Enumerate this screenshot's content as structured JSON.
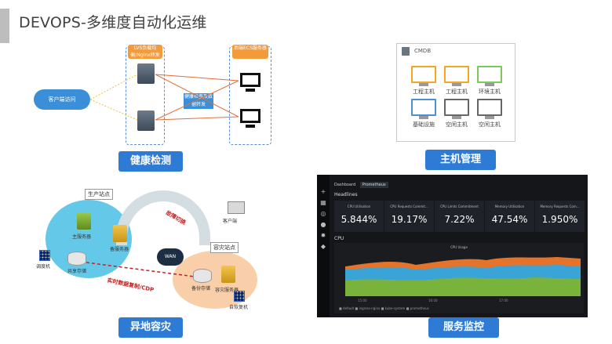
{
  "page": {
    "title": "DEVOPS-多维度自动化运维"
  },
  "health_check": {
    "label": "健康检测",
    "client": "客户端访问",
    "lb_header": "LVS负载均衡/Nginx转发",
    "ecs_header": "后端ECS服务器",
    "mid_text": "健康检查及数据转发"
  },
  "host_mgmt": {
    "label": "主机管理",
    "cmdb_title": "CMDB",
    "hosts": [
      {
        "name": "工程主机",
        "color": "#f5a623"
      },
      {
        "name": "工程主机",
        "color": "#f5a623"
      },
      {
        "name": "环境主机",
        "color": "#7cc85a"
      },
      {
        "name": "基础设施",
        "color": "#4a90d9"
      },
      {
        "name": "空闲主机",
        "color": "#666666"
      },
      {
        "name": "空闲主机",
        "color": "#666666"
      }
    ]
  },
  "disaster_recovery": {
    "label": "异地容灾",
    "prod_site": "生产站点",
    "dr_site": "容灾站点",
    "failover": "故障切换",
    "replication": "实时数据复制/CDP",
    "prod_app": "主服务器",
    "prod_backup": "备服务器",
    "shared_storage": "共享存储",
    "dr_server": "容灾服务器",
    "dr_storage": "备份存储",
    "client": "客户端",
    "net": "WAN",
    "prod_mon": "调度机",
    "dr_mon": "自恢复机"
  },
  "service_monitor": {
    "label": "服务监控",
    "nav_tab": "Dashboard",
    "nav_dropdown": "Prometheus",
    "section_headlines": "Headlines",
    "section_cpu": "CPU",
    "stats": [
      {
        "label": "CPU Utilisation",
        "value": "5.844%"
      },
      {
        "label": "CPU Requests Commit...",
        "value": "19.17%"
      },
      {
        "label": "CPU Limits Commitment",
        "value": "7.22%"
      },
      {
        "label": "Memory Utilisation",
        "value": "47.54%"
      },
      {
        "label": "Memory Requests Com...",
        "value": "1.950%"
      }
    ],
    "chart_title": "CPU Usage",
    "chart_legend": "■ default  ■ ingress-nginx  ■ kube-system  ■ prometheus",
    "colors": [
      "#e5732a",
      "#3aa4d6",
      "#7ab33c"
    ]
  }
}
